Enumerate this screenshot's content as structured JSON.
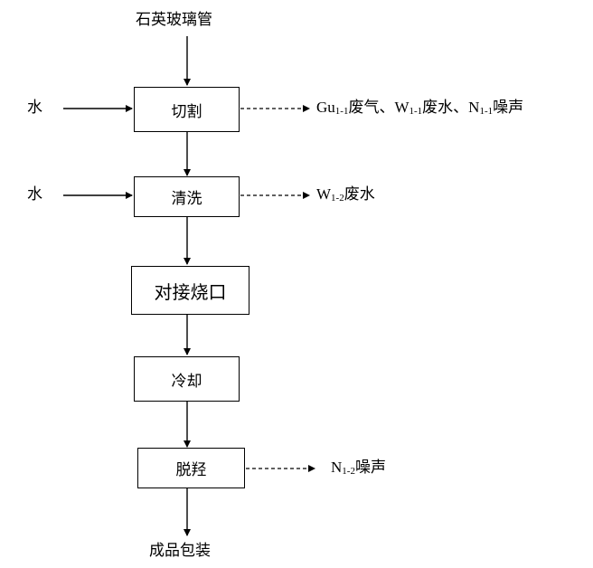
{
  "inputs": {
    "top": "石英玻璃管",
    "water_1": "水",
    "water_2": "水"
  },
  "steps": [
    "切割",
    "清洗",
    "对接烧口",
    "冷却",
    "脱羟"
  ],
  "product": "成品包装",
  "outputs": {
    "cut": [
      {
        "base": "Gu",
        "sub": "1-1",
        "text": "废气、"
      },
      {
        "base": "W",
        "sub": "1-1",
        "text": "废水、"
      },
      {
        "base": "N",
        "sub": "1-1",
        "text": "噪声"
      }
    ],
    "wash": [
      {
        "base": "W",
        "sub": "1-2",
        "text": "废水"
      }
    ],
    "dehydroxylate": [
      {
        "base": "N",
        "sub": "1-2",
        "text": "噪声"
      }
    ]
  }
}
